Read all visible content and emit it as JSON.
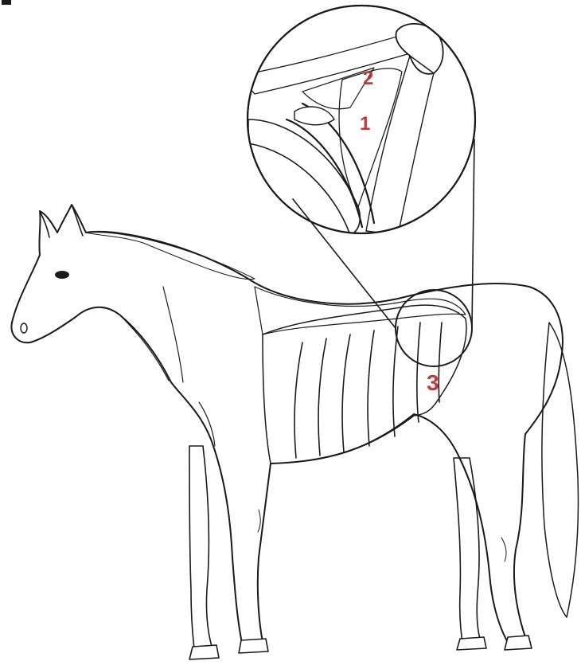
{
  "figure": {
    "callouts": [
      {
        "id": "1",
        "label": "1"
      },
      {
        "id": "2",
        "label": "2"
      },
      {
        "id": "3",
        "label": "3"
      }
    ],
    "colors": {
      "callout": "#c0393b",
      "ink": "#1a1a1a",
      "background": "#ffffff"
    }
  }
}
